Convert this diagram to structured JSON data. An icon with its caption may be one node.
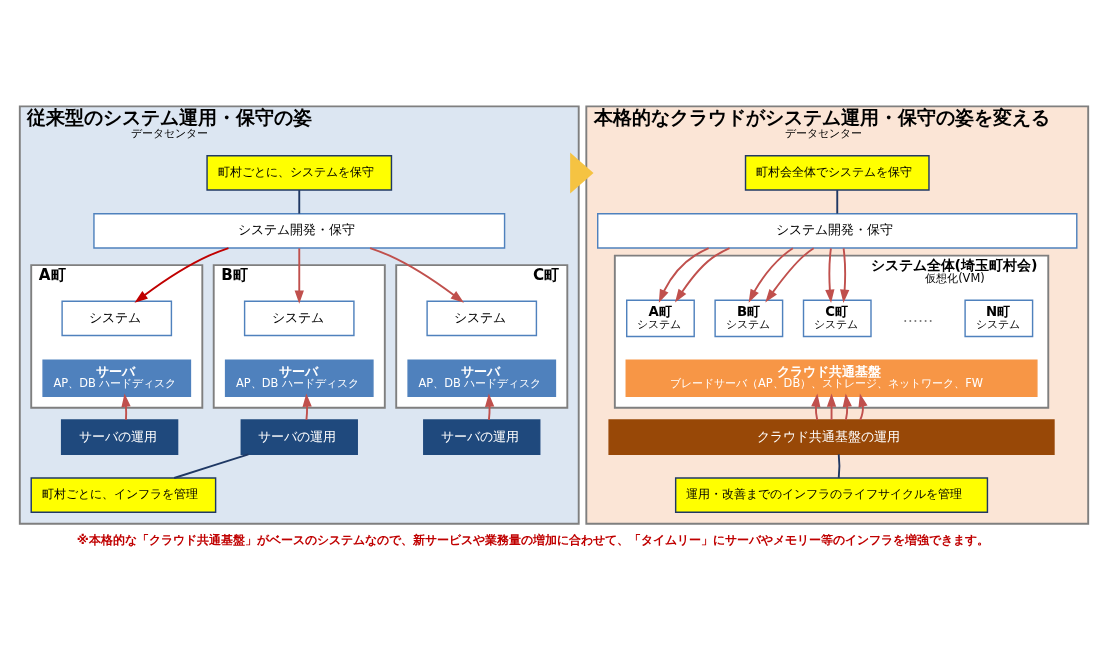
{
  "diagram": {
    "caption": "※本格的な「クラウド共通基盤」がベースのシステムなので、新サービスや業務量の増加に合わせて、「タイムリー」にサーバやメモリー等のインフラを増強できます。",
    "nodes": [
      {
        "text": [
          "従来型のシステム運用・保守の姿",
          "データセンター"
        ]
      },
      {
        "text": [
          "町村ごとに、システムを保守"
        ],
        "in": 0
      },
      {
        "text": [
          "システム開発・保守"
        ],
        "in": 0
      },
      {
        "text": [
          "A町"
        ],
        "in": 0
      },
      {
        "text": [
          "システム"
        ],
        "in": 3
      },
      {
        "text": [
          "サーバ",
          "AP、DB ハードディスク"
        ],
        "in": 3
      },
      {
        "text": [
          "サーバの運用"
        ],
        "in": 0
      },
      {
        "text": [
          "B町"
        ],
        "in": 0
      },
      {
        "text": [
          "システム"
        ],
        "in": 7
      },
      {
        "text": [
          "サーバ",
          "AP、DB ハードディスク"
        ],
        "in": 7
      },
      {
        "text": [
          "サーバの運用"
        ],
        "in": 0
      },
      {
        "text": [
          "C町"
        ],
        "in": 0
      },
      {
        "text": [
          "システム"
        ],
        "in": 11
      },
      {
        "text": [
          "サーバ",
          "AP、DB ハードディスク"
        ],
        "in": 11
      },
      {
        "text": [
          "サーバの運用"
        ],
        "in": 0
      },
      {
        "text": [
          "町村ごとに、インフラを管理"
        ],
        "in": 0
      },
      {
        "text": [
          "本格的なクラウドがシステム運用・保守の姿を変える",
          "データセンター"
        ]
      },
      {
        "text": [
          "町村会全体でシステムを保守"
        ],
        "in": 16
      },
      {
        "text": [
          "システム開発・保守"
        ],
        "in": 16
      },
      {
        "text": [
          "システム全体(埼玉町村会)",
          "仮想化(VM)"
        ],
        "in": 16
      },
      {
        "text": [
          "A町",
          "システム"
        ],
        "in": 19
      },
      {
        "text": [
          "B町",
          "システム"
        ],
        "in": 19
      },
      {
        "text": [
          "C町",
          "システム"
        ],
        "in": 19
      },
      {
        "text": [
          "N町",
          "システム"
        ],
        "in": 19
      },
      {
        "text": [
          "クラウド共通基盤",
          "ブレードサーバ（AP、DB）、ストレージ、ネットワーク、FW"
        ],
        "in": 19
      },
      {
        "text": [
          "クラウド共通基盤の運用"
        ],
        "in": 16
      },
      {
        "text": [
          "運用・改善までのインフラのライフサイクルを管理"
        ],
        "in": 16
      }
    ],
    "edges": [
      {
        "from": 1,
        "to": 2,
        "arrow": "none",
        "color": "#1f3864"
      },
      {
        "from": 2,
        "to": 4,
        "arrow": "to",
        "color": "#c00000"
      },
      {
        "from": 2,
        "to": 8,
        "arrow": "to"
      },
      {
        "from": 2,
        "to": 12,
        "arrow": "to"
      },
      {
        "from": 6,
        "to": 5,
        "arrow": "to"
      },
      {
        "from": 10,
        "to": 9,
        "arrow": "to"
      },
      {
        "from": 14,
        "to": 13,
        "arrow": "to"
      },
      {
        "from": 15,
        "to": 10,
        "arrow": "none",
        "color": "#1f3864"
      },
      {
        "from": 0,
        "to": 16,
        "arrow": "to",
        "style": "thick",
        "color": "#f5c342"
      },
      {
        "from": 17,
        "to": 18,
        "arrow": "none",
        "color": "#1f3864"
      },
      {
        "from": 18,
        "to": 20,
        "arrow": "to"
      },
      {
        "from": 18,
        "to": 20,
        "arrow": "to"
      },
      {
        "from": 18,
        "to": 21,
        "arrow": "to"
      },
      {
        "from": 18,
        "to": 21,
        "arrow": "to"
      },
      {
        "from": 18,
        "to": 22,
        "arrow": "to"
      },
      {
        "from": 18,
        "to": 22,
        "arrow": "to"
      },
      {
        "from": 25,
        "to": 24,
        "arrow": "to"
      },
      {
        "from": 25,
        "to": 24,
        "arrow": "to"
      },
      {
        "from": 25,
        "to": 24,
        "arrow": "to"
      },
      {
        "from": 25,
        "to": 24,
        "arrow": "to"
      },
      {
        "from": 26,
        "to": 25,
        "arrow": "none",
        "color": "#1f3864"
      }
    ],
    "labels": [
      "……"
    ]
  }
}
